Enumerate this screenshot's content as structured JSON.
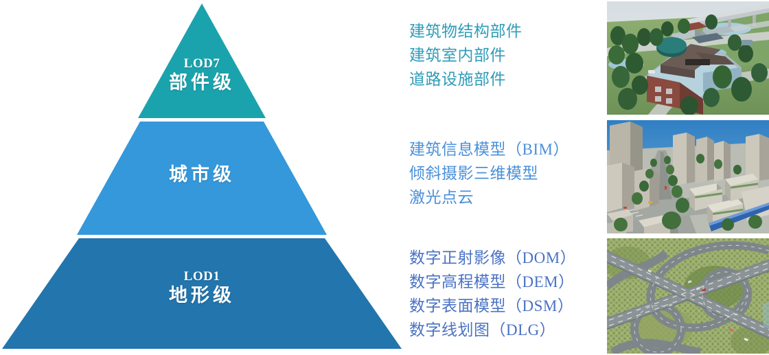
{
  "diagram": {
    "type": "three-tier-pyramid",
    "title_visible": false,
    "tiers": [
      {
        "id": "lod7",
        "lod": "LOD7",
        "name": "部件级",
        "color": "#1BA3AD",
        "descriptions": [
          "建筑物结构部件",
          "建筑室内部件",
          "道路设施部件"
        ],
        "desc_color": "#2E9CB8",
        "thumbnail_name": "building-component-3d-model-thumbnail",
        "thumbnail_alt": "建筑物部件级三维模型渲染图"
      },
      {
        "id": "city",
        "lod": "",
        "name": "城市级",
        "color": "#3498DB",
        "descriptions": [
          "建筑信息模型（BIM）",
          "倾斜摄影三维模型",
          "激光点云"
        ],
        "desc_color": "#4A90D9",
        "thumbnail_name": "oblique-photography-city-model-thumbnail",
        "thumbnail_alt": "城市级倾斜摄影三维模型"
      },
      {
        "id": "lod1",
        "lod": "LOD1",
        "name": "地形级",
        "color": "#2275AD",
        "descriptions": [
          "数字正射影像（DOM）",
          "数字高程模型（DEM）",
          "数字表面模型（DSM）",
          "数字线划图（DLG）"
        ],
        "desc_color": "#4A72C4",
        "thumbnail_name": "highway-interchange-orthophoto-thumbnail",
        "thumbnail_alt": "高速公路互通立交正射影像"
      }
    ],
    "background_color": "#FFFFFF",
    "divider_color": "#FFFFFF"
  }
}
